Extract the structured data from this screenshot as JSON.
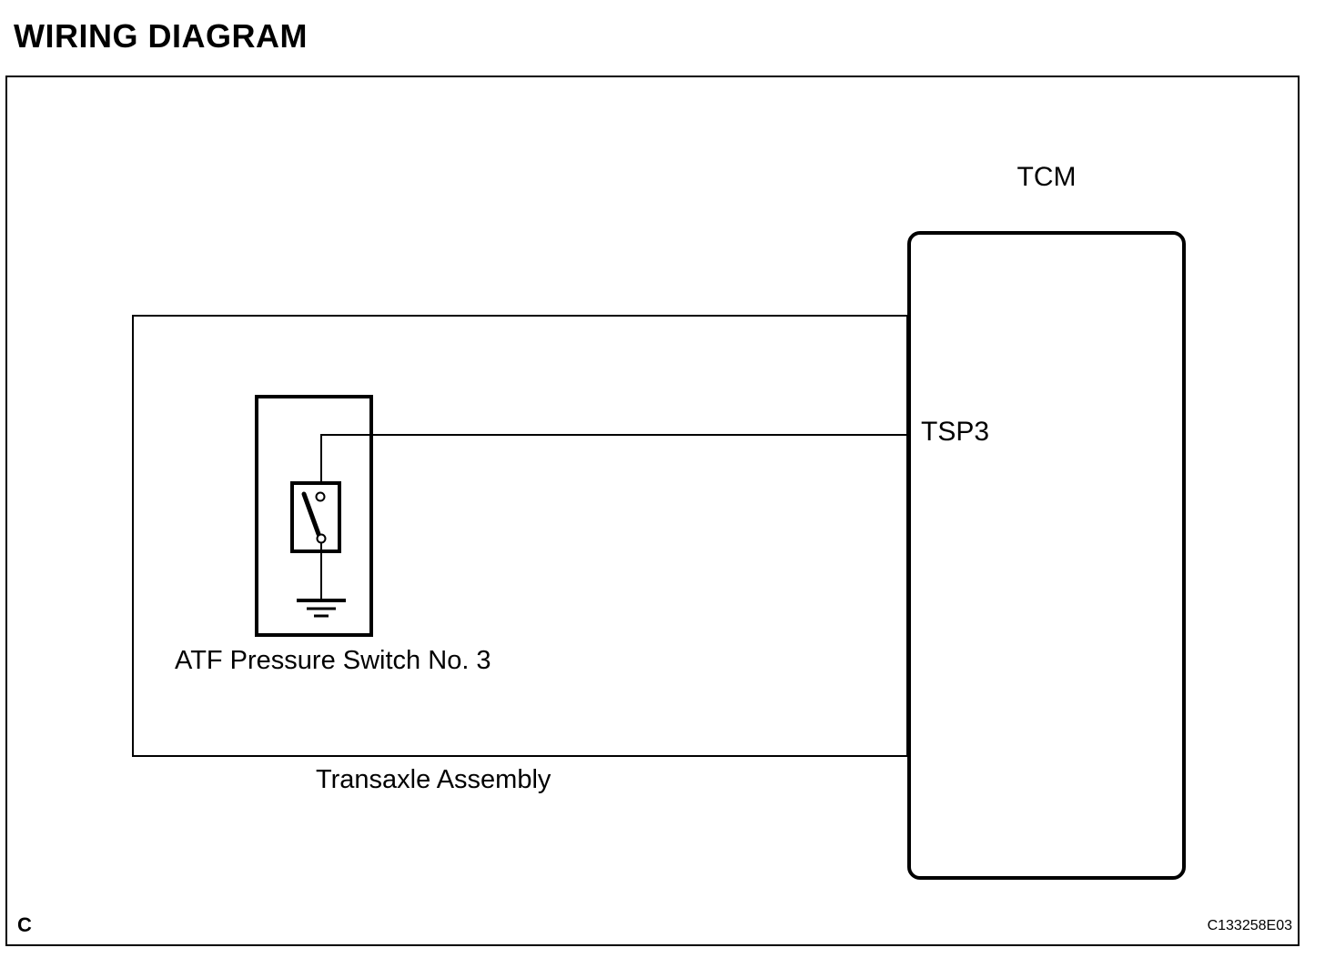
{
  "page": {
    "title": "WIRING DIAGRAM",
    "corner_label": "C",
    "figure_code": "C133258E03",
    "colors": {
      "line": "#000000",
      "background": "#ffffff"
    }
  },
  "diagram": {
    "tcm": {
      "label": "TCM",
      "pins": [
        {
          "name": "TSP3"
        }
      ]
    },
    "transaxle_assembly": {
      "label": "Transaxle Assembly"
    },
    "atf_pressure_switch": {
      "label": "ATF Pressure Switch No. 3"
    }
  }
}
